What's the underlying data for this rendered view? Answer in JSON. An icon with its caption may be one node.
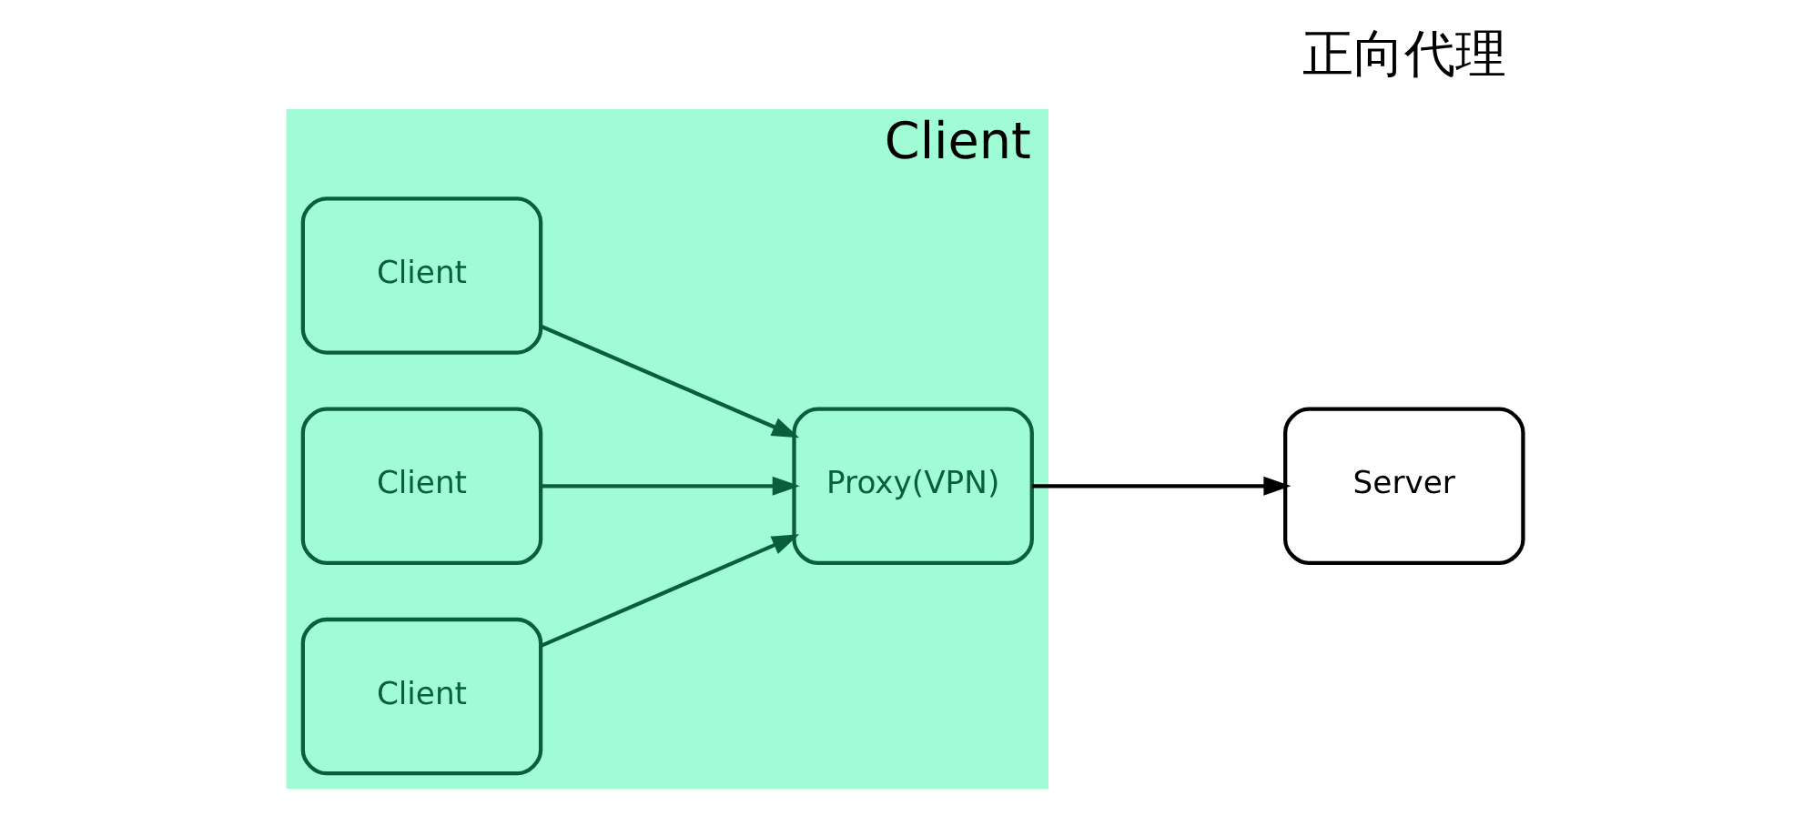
{
  "diagram": {
    "title": "正向代理",
    "nodes": [
      {
        "text": [
          "Client"
        ]
      },
      {
        "text": [
          "Client"
        ],
        "in": 0
      },
      {
        "text": [
          "Client"
        ],
        "in": 0
      },
      {
        "text": [
          "Client"
        ],
        "in": 0
      },
      {
        "text": [
          "Proxy(VPN)"
        ],
        "in": 0
      },
      {
        "text": [
          "Server"
        ]
      }
    ],
    "edges": [
      {
        "from": 1,
        "to": 4,
        "arrow": "to"
      },
      {
        "from": 2,
        "to": 4,
        "arrow": "to"
      },
      {
        "from": 3,
        "to": 4,
        "arrow": "to"
      },
      {
        "from": 4,
        "to": 5,
        "arrow": "to",
        "color": "#000000"
      }
    ]
  }
}
